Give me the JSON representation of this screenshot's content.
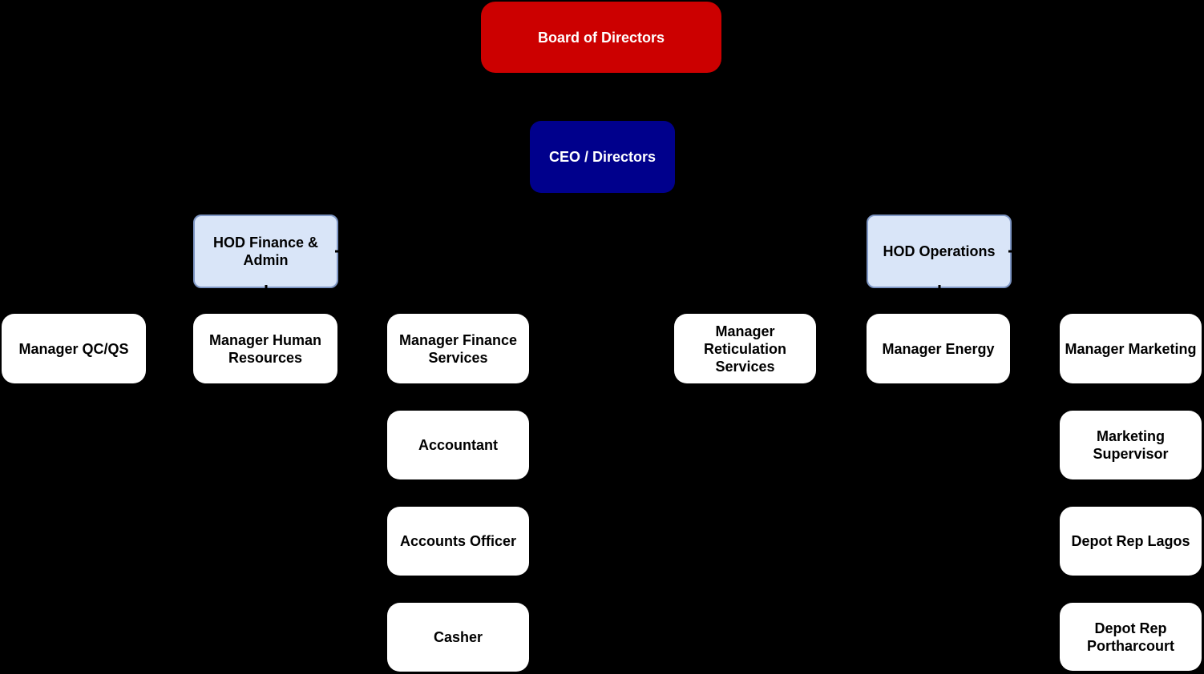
{
  "colors": {
    "background": "#000000",
    "board_red": "#CC0000",
    "ceo_navy": "#00008C",
    "hod_fill": "#D9E5F8",
    "hod_border": "#7E96C4",
    "node_fill": "#FFFFFF",
    "node_text": "#000000",
    "top_text": "#FFFFFF"
  },
  "nodes": {
    "board": {
      "label": "Board of Directors"
    },
    "ceo": {
      "label": "CEO / Directors"
    },
    "hod_finance": {
      "label": "HOD Finance &\nAdmin"
    },
    "hod_operations": {
      "label": "HOD Operations"
    },
    "manager_qcqs": {
      "label": "Manager QC/QS"
    },
    "manager_hr": {
      "label": "Manager Human\nResources"
    },
    "manager_finance": {
      "label": "Manager Finance\nServices"
    },
    "manager_reticulation": {
      "label": "Manager\nReticulation\nServices"
    },
    "manager_energy": {
      "label": "Manager Energy"
    },
    "manager_marketing": {
      "label": "Manager Marketing"
    },
    "accountant": {
      "label": "Accountant"
    },
    "accounts_officer": {
      "label": "Accounts Officer"
    },
    "casher": {
      "label": "Casher"
    },
    "marketing_supervisor": {
      "label": "Marketing\nSupervisor"
    },
    "depot_rep_lagos": {
      "label": "Depot Rep Lagos"
    },
    "depot_rep_portharcourt": {
      "label": "Depot Rep\nPortharcourt"
    }
  }
}
